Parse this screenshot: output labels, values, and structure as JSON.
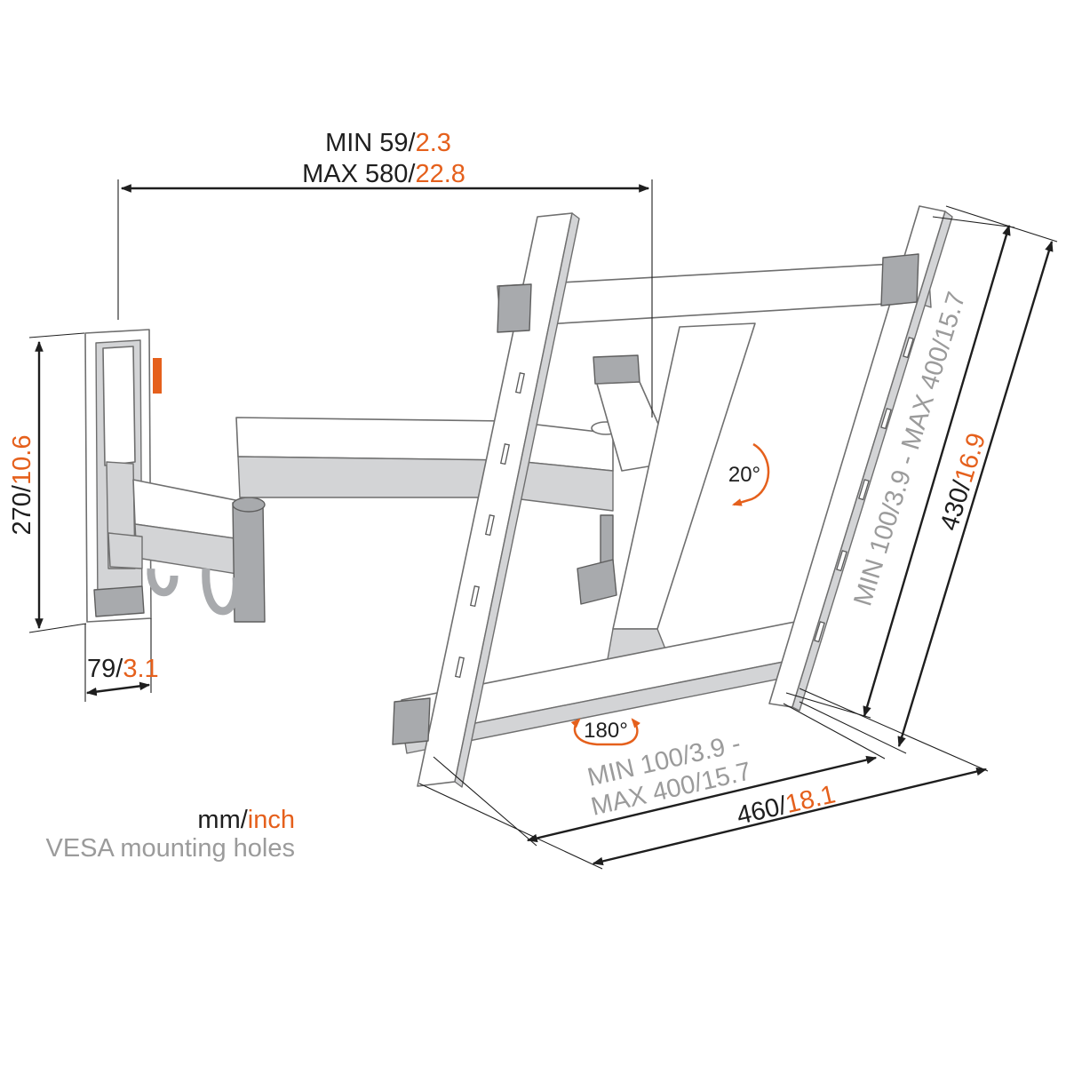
{
  "colors": {
    "accent": "#e5601c",
    "secondary": "#9b9b9b",
    "text": "#1e1e1e"
  },
  "dimensions": {
    "depth": {
      "min_label": "MIN 59/",
      "min_inch": "2.3",
      "max_label": "MAX 580/",
      "max_inch": "22.8"
    },
    "wall_plate_height": {
      "mm": "270/",
      "inch": "10.6"
    },
    "wall_plate_width": {
      "mm": "79/",
      "inch": "3.1"
    },
    "vesa_vertical": {
      "min_mm": "MIN 100/",
      "min_inch": "3.9",
      "sep": " - ",
      "max_mm": "MAX 400/",
      "max_inch": "15.7"
    },
    "plate_height": {
      "mm": "430/",
      "inch": "16.9"
    },
    "vesa_horizontal": {
      "min_mm": "MIN 100/",
      "min_inch": "3.9 -",
      "max_mm": "MAX 400/",
      "max_inch": "15.7"
    },
    "plate_width": {
      "mm": "460/",
      "inch": "18.1"
    }
  },
  "rotations": {
    "tilt": "20°",
    "rotate": "180°"
  },
  "legend": {
    "unit_mm": "mm/",
    "unit_inch": "inch",
    "note": "VESA mounting holes"
  },
  "icons": [
    "tilt-arrow-icon",
    "rotate-arrows-icon"
  ]
}
